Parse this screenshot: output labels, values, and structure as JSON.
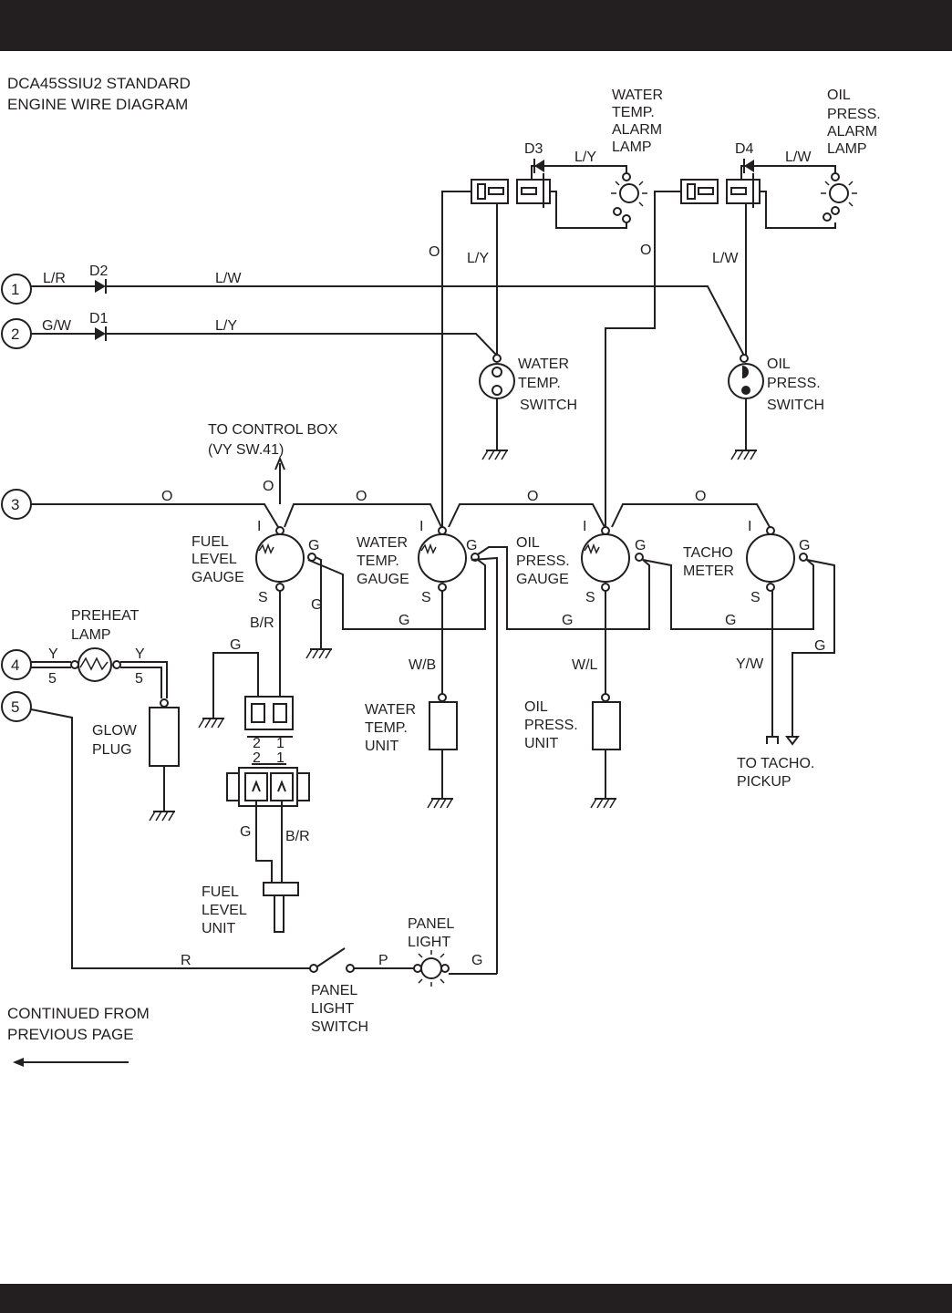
{
  "title": [
    "DCA45SSIU2 STANDARD",
    "ENGINE WIRE DIAGRAM"
  ],
  "terminals": [
    "1",
    "2",
    "3",
    "4",
    "5"
  ],
  "diodes": [
    "D2",
    "D1",
    "D3",
    "D4"
  ],
  "wire_colors": {
    "t1_in": "L/R",
    "t1_line": "L/W",
    "t2_in": "G/W",
    "t2_line": "L/Y",
    "lamp_wt": "L/Y",
    "lamp_op": "L/W",
    "drop_wt": "L/Y",
    "drop_op": "L/W",
    "bus_o1": "O",
    "bus_o2": "O",
    "bus_o3": "O",
    "bus_o4": "O",
    "riser_o1": "O",
    "riser_o2": "O",
    "ctrl_o": "O",
    "g_fuel": "G",
    "g_ground": "G",
    "g_bus1": "G",
    "g_bus2": "G",
    "g_bus3": "G",
    "g_tacho": "G",
    "br_top": "B/R",
    "wb": "W/B",
    "wl": "W/L",
    "yw": "Y/W",
    "preheat_left": "Y",
    "preheat_right": "Y",
    "preheat_left_num": "5",
    "preheat_right_num": "5",
    "g_fuel_unit": "G",
    "br_fuel_unit": "B/R",
    "r": "R",
    "p": "P",
    "g_panel": "G"
  },
  "gauge_terminals": {
    "i": "I",
    "s": "S",
    "g": "G"
  },
  "connector_pins": [
    "2",
    "2",
    "1",
    "1"
  ],
  "labels": {
    "water_temp_alarm_lamp": [
      "WATER",
      "TEMP.",
      "ALARM",
      "LAMP"
    ],
    "oil_press_alarm_lamp": [
      "OIL",
      "PRESS.",
      "ALARM",
      "LAMP"
    ],
    "water_temp_switch": [
      "WATER",
      "TEMP.",
      "SWITCH"
    ],
    "oil_press_switch": [
      "OIL",
      "PRESS.",
      "SWITCH"
    ],
    "to_control_box": [
      "TO CONTROL BOX",
      "(VY SW.41)"
    ],
    "fuel_level_gauge": [
      "FUEL",
      "LEVEL",
      "GAUGE"
    ],
    "water_temp_gauge": [
      "WATER",
      "TEMP.",
      "GAUGE"
    ],
    "oil_press_gauge": [
      "OIL",
      "PRESS.",
      "GAUGE"
    ],
    "tacho_meter": [
      "TACHO",
      "METER"
    ],
    "preheat_lamp": [
      "PREHEAT",
      "LAMP"
    ],
    "glow_plug": [
      "GLOW",
      "PLUG"
    ],
    "water_temp_unit": [
      "WATER",
      "TEMP.",
      "UNIT"
    ],
    "oil_press_unit": [
      "OIL",
      "PRESS.",
      "UNIT"
    ],
    "to_tacho_pickup": [
      "TO TACHO.",
      "PICKUP"
    ],
    "fuel_level_unit": [
      "FUEL",
      "LEVEL",
      "UNIT"
    ],
    "panel_light": [
      "PANEL",
      "LIGHT"
    ],
    "panel_light_switch": [
      "PANEL",
      "LIGHT",
      "SWITCH"
    ],
    "continued": [
      "CONTINUED FROM",
      "PREVIOUS PAGE"
    ]
  }
}
